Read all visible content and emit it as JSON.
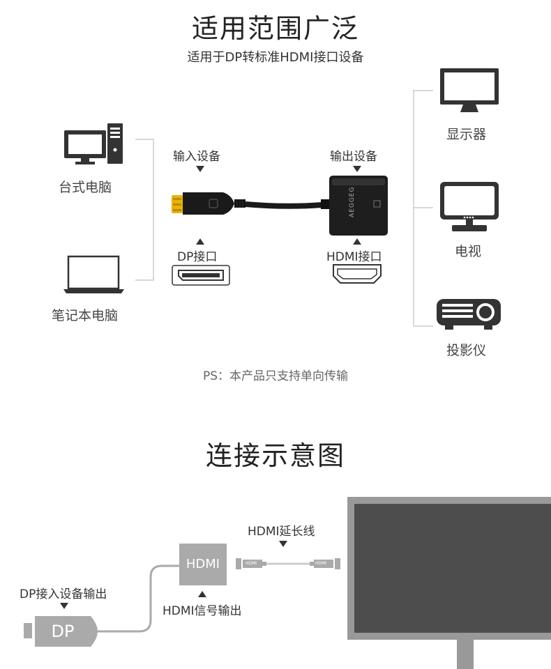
{
  "section1": {
    "title": "适用范围广泛",
    "subtitle": "适用于DP转标准HDMI接口设备",
    "devices_left": [
      {
        "label": "台式电脑",
        "icon": "desktop-computer-icon"
      },
      {
        "label": "笔记本电脑",
        "icon": "laptop-icon"
      }
    ],
    "devices_right": [
      {
        "label": "显示器",
        "icon": "monitor-icon"
      },
      {
        "label": "电视",
        "icon": "tv-icon"
      },
      {
        "label": "投影仪",
        "icon": "projector-icon"
      }
    ],
    "input_label": "输入设备",
    "output_label": "输出设备",
    "dp_port_label": "DP接口",
    "hdmi_port_label": "HDMI接口",
    "adapter_brand": "AEGGEG",
    "note": "PS：本产品只支持单向传输"
  },
  "section2": {
    "title": "连接示意图",
    "hdmi_box_label": "HDMI",
    "dp_box_label": "DP",
    "hdmi_cable_label": "HDMI延长线",
    "hdmi_signal_label": "HDMI信号输出",
    "dp_source_label": "DP接入设备输出",
    "cable_tip_label": "HDMI"
  },
  "colors": {
    "icon_dark": "#333333",
    "line_gray": "#cccccc",
    "diagram_gray": "#aaaaaa",
    "monitor_screen": "#4d4d4d",
    "monitor_frame": "#999999",
    "dp_gold": "#e8b400"
  }
}
